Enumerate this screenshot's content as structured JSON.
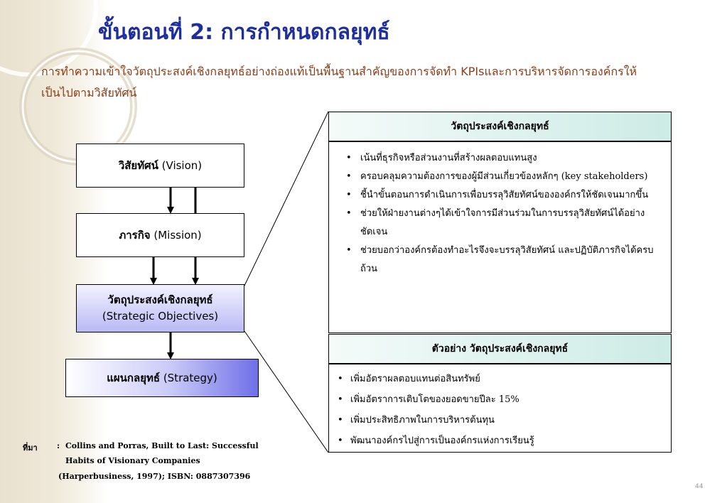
{
  "slide": {
    "title": "ขั้นตอนที่ 2: การกำหนดกลยุทธ์",
    "subtitle": "การทำความเข้าใจวัตถุประสงค์เชิงกลยุทธ์อย่างถ่องแท้เป็นพื้นฐานสำคัญของการจัดทำ KPIsและการบริหารจัดการองค์กรให้เป็นไปตามวิสัยทัศน์",
    "page_number": "44"
  },
  "flow": {
    "vision": {
      "th": "วิสัยทัศน์",
      "en": "(Vision)"
    },
    "mission": {
      "th": "ภารกิจ",
      "en": "(Mission)"
    },
    "objectives": {
      "th": "วัตถุประสงค์เชิงกลยุทธ์",
      "en": "(Strategic Objectives)"
    },
    "strategy": {
      "th": "แผนกลยุทธ์",
      "en": "(Strategy)"
    }
  },
  "objectives_panel": {
    "heading": "วัตถุประสงค์เชิงกลยุทธ์",
    "bullets": [
      "เน้นที่ธุรกิจหรือส่วนงานที่สร้างผลตอบแทนสูง",
      "ครอบคลุมความต้องการของผู้มีส่วนเกี่ยวข้องหลักๆ (key stakeholders)",
      "ชี้นำขั้นตอนการดำเนินการเพื่อบรรลุวิสัยทัศน์ขององค์กรให้ชัดเจนมากขึ้น",
      "ช่วยให้ฝ่ายงานต่างๆได้เข้าใจการมีส่วนร่วมในการบรรลุวิสัยทัศน์ได้อย่างชัดเจน",
      "ช่วยบอกว่าองค์กรต้องทำอะไรจึงจะบรรลุวิสัยทัศน์ และปฏิบัติภารกิจได้ครบถ้วน"
    ]
  },
  "examples_panel": {
    "heading": "ตัวอย่าง วัตถุประสงค์เชิงกลยุทธ์",
    "bullets": [
      "เพิ่มอัตราผลตอบแทนต่อสินทรัพย์",
      "เพิ่มอัตราการเติบโตของยอดขายปีละ 15%",
      "เพิ่มประสิทธิภาพในการบริหารต้นทุน",
      "พัฒนาองค์กรไปสู่การเป็นองค์กรแห่งการเรียนรู้"
    ]
  },
  "source": {
    "label": "ที่มา",
    "separator": ":",
    "line1": "Collins and Porras, Built to Last: Successful",
    "line2": "Habits of Visionary Companies",
    "line3": "(Harperbusiness, 1997); ISBN: 0887307396"
  },
  "bullet_glyph": "•",
  "colors": {
    "title": "#1f2e9e",
    "subtitle": "#8a3d16",
    "objectives_fill": "#b9b9f5",
    "strategy_fill": "#6f6fe8",
    "panel_head_fill": "#cdebe5"
  }
}
